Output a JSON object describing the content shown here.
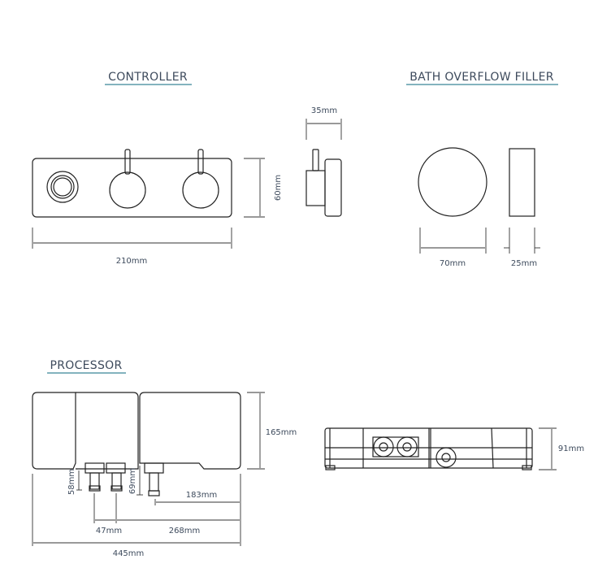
{
  "sections": {
    "controller": "CONTROLLER",
    "bath_overflow_filler": "BATH OVERFLOW FILLER",
    "processor": "PROCESSOR"
  },
  "dimensions": {
    "controller_width": "210mm",
    "controller_height": "60mm",
    "controller_depth": "35mm",
    "filler_diameter": "70mm",
    "filler_depth": "25mm",
    "processor_height": "165mm",
    "processor_depth": "91mm",
    "processor_width": "445mm",
    "outlet_left_drop": "58mm",
    "outlet_right_drop": "69mm",
    "outlet_spacing": "47mm",
    "outlet_to_edge": "268mm",
    "right_outlet_to_edge": "183mm"
  },
  "colors": {
    "heading": "#3d4a5c",
    "underline": "#5a9aa8"
  }
}
